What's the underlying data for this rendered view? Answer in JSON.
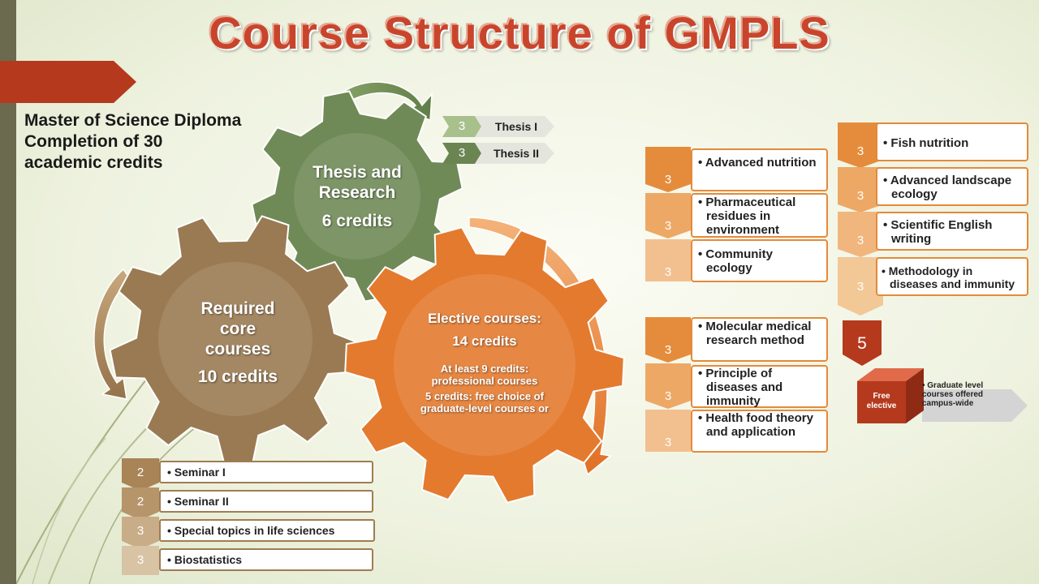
{
  "title": "Course Structure of GMPLS",
  "diploma": {
    "line1": "Master of Science Diploma",
    "line2": "Completion of 30",
    "line3": "academic credits"
  },
  "thesis_gear": {
    "line1": "Thesis and",
    "line2": "Research",
    "credits": "6 credits",
    "color": "#6f8a56"
  },
  "core_gear": {
    "line1": "Required",
    "line2": "core",
    "line3": "courses",
    "credits": "10 credits",
    "color": "#9a7a52"
  },
  "elective_gear": {
    "line1": "Elective courses:",
    "credits": "14 credits",
    "line3": "At least 9 credits:",
    "line4": "professional courses",
    "line5": "5 credits: free choice of",
    "line6": "graduate-level courses or",
    "color": "#e47a2e"
  },
  "thesis_items": [
    {
      "credit": "3",
      "label": "Thesis I"
    },
    {
      "credit": "3",
      "label": "Thesis II"
    }
  ],
  "core_items": [
    {
      "credit": "2",
      "label": "• Seminar I"
    },
    {
      "credit": "2",
      "label": "• Seminar II"
    },
    {
      "credit": "3",
      "label": "• Special topics in life sciences"
    },
    {
      "credit": "3",
      "label": "• Biostatistics"
    }
  ],
  "elective_group1": [
    {
      "credit": "3",
      "label": "• Advanced nutrition"
    },
    {
      "credit": "3",
      "label": "• Pharmaceutical residues in environment"
    },
    {
      "credit": "3",
      "label": "• Community ecology"
    }
  ],
  "elective_group2": [
    {
      "credit": "3",
      "label": "• Molecular medical research method"
    },
    {
      "credit": "3",
      "label": "• Principle of diseases and immunity"
    },
    {
      "credit": "3",
      "label": "• Health food theory and application"
    }
  ],
  "elective_group3": [
    {
      "credit": "3",
      "label": "• Fish nutrition"
    },
    {
      "credit": "3",
      "label": "• Advanced landscape ecology"
    },
    {
      "credit": "3",
      "label": "• Scientific English writing"
    },
    {
      "credit": "3",
      "label": "• Methodology in diseases and immunity"
    }
  ],
  "free_elective": {
    "credit": "5",
    "cube_label": "Free elective",
    "arrow_label": "• Graduate level courses offered campus-wide"
  }
}
